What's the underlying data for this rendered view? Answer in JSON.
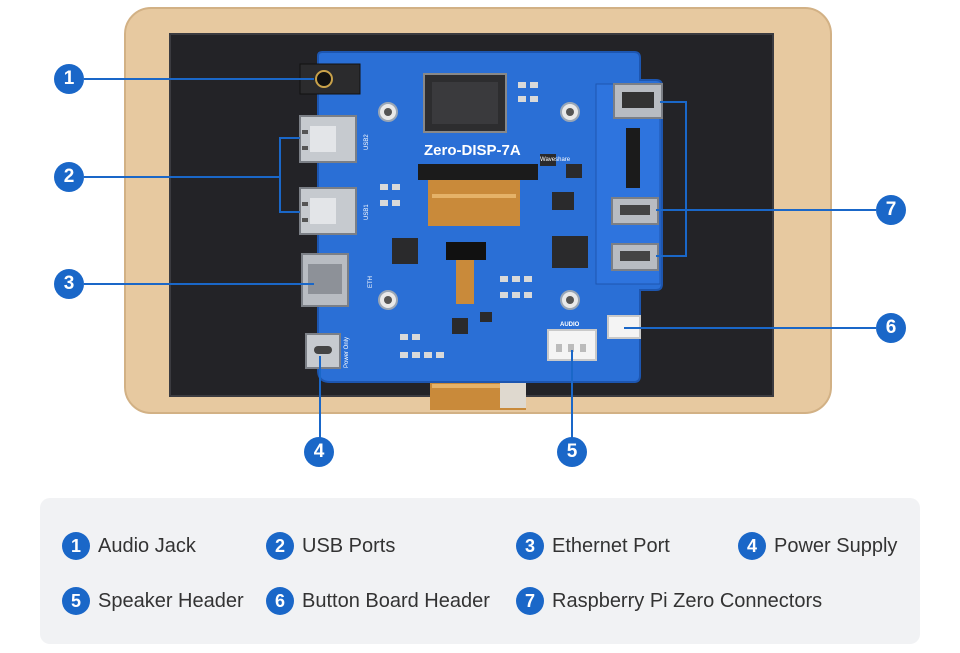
{
  "board": {
    "model": "Zero-DISP-7A",
    "brand": "Waveshare",
    "silk_usb2": "USB2",
    "silk_usb1": "USB1",
    "silk_eth": "ETH",
    "silk_power": "Power Only",
    "silk_audio": "AUDIO"
  },
  "callouts": [
    {
      "number": "1",
      "label": "Audio Jack"
    },
    {
      "number": "2",
      "label": "USB Ports"
    },
    {
      "number": "3",
      "label": "Ethernet Port"
    },
    {
      "number": "4",
      "label": "Power Supply"
    },
    {
      "number": "5",
      "label": "Speaker Header"
    },
    {
      "number": "6",
      "label": "Button Board Header"
    },
    {
      "number": "7",
      "label": "Raspberry Pi Zero Connectors"
    }
  ],
  "colors": {
    "accent": "#1a67c8",
    "pcb": "#2a6fd6",
    "bezel": "#e7c9a0",
    "screen": "#222226",
    "panel": "#f1f2f4"
  }
}
